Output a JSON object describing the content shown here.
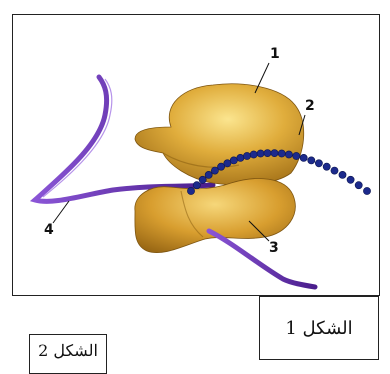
{
  "diagram": {
    "labels": [
      {
        "id": "1",
        "text": "1"
      },
      {
        "id": "2",
        "text": "2"
      },
      {
        "id": "3",
        "text": "3"
      },
      {
        "id": "4",
        "text": "4"
      }
    ]
  },
  "captions": {
    "figure_1": "الشكل 1",
    "figure_2": "الشكل 2"
  },
  "colors": {
    "subunit": "#c8921f",
    "subunit_highlight": "#f6d77a",
    "ribbon": "#6b2db0",
    "chain": "#1c2a8c"
  }
}
